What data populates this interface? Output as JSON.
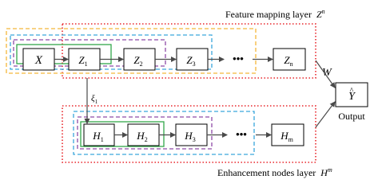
{
  "title_feature_layer": "Feature mapping layer",
  "title_feature_layer_symbol": "Z",
  "title_feature_layer_sup": "n",
  "title_enhancement_layer": "Enhancement nodes layer",
  "title_enhancement_layer_symbol": "H",
  "title_enhancement_layer_sup": "m",
  "weight_label": "W",
  "xi_label": "ξ",
  "xi_sub": "1",
  "output_symbol": "Y",
  "output_hat": "^",
  "output_label": "Output",
  "dots": "•••",
  "input_node": "X",
  "feature_nodes": [
    {
      "sym": "Z",
      "sub": "1"
    },
    {
      "sym": "Z",
      "sub": "2"
    },
    {
      "sym": "Z",
      "sub": "3"
    },
    {
      "sym": "Z",
      "sub": "n"
    }
  ],
  "enhancement_nodes": [
    {
      "sym": "H",
      "sub": "1"
    },
    {
      "sym": "H",
      "sub": "2"
    },
    {
      "sym": "H",
      "sub": "3"
    },
    {
      "sym": "H",
      "sub": "m"
    }
  ],
  "colors": {
    "red_dotted": "#e8262b",
    "orange_dashed": "#f4b63a",
    "blue_dashed": "#3aa6dc",
    "purple_dashed": "#8e4aa8",
    "green_solid": "#32a84a",
    "node_border": "#000000",
    "arrow": "#4a4a4a"
  }
}
